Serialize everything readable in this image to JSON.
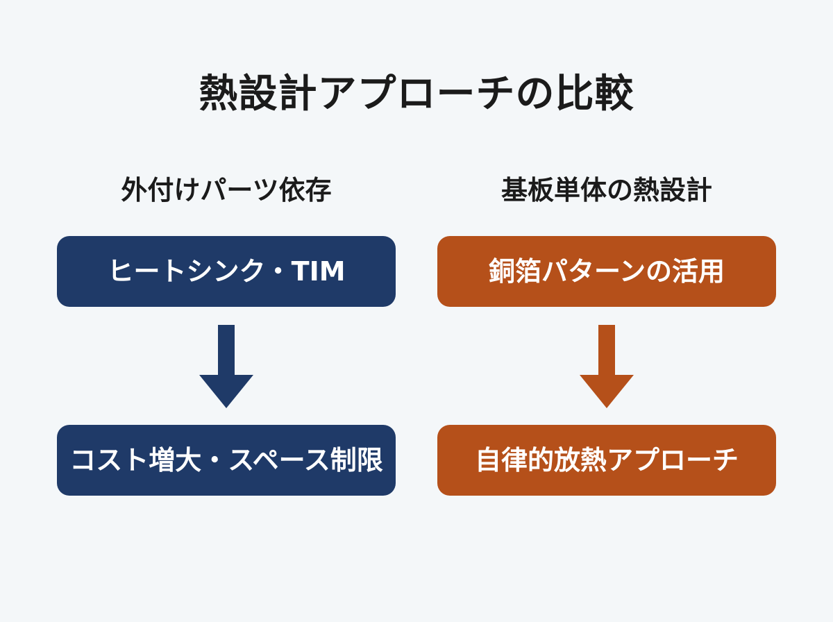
{
  "title": "熱設計アプローチの比較",
  "colors": {
    "background": "#f4f7f9",
    "left_accent": "#1f3a68",
    "right_accent": "#b5501a",
    "text": "#1b1b1b"
  },
  "left": {
    "heading": "外付けパーツ依存",
    "top_box": "ヒートシンク・TIM",
    "bottom_box": "コスト増大・スペース制限",
    "arrow_icon": "down-arrow-icon"
  },
  "right": {
    "heading": "基板単体の熱設計",
    "top_box": "銅箔パターンの活用",
    "bottom_box": "自律的放熱アプローチ",
    "arrow_icon": "down-arrow-icon"
  }
}
